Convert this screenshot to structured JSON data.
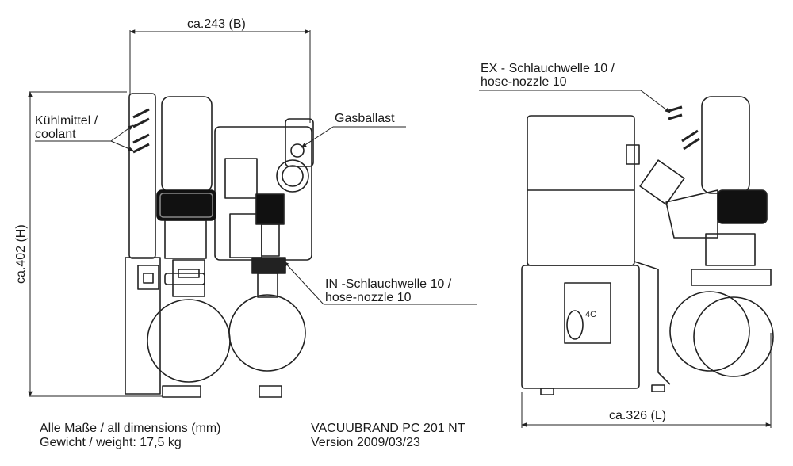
{
  "dimensions": {
    "width": "ca.243 (B)",
    "height": "ca.402 (H)",
    "length": "ca.326 (L)"
  },
  "callouts": {
    "coolant": [
      "Kühlmittel /",
      "coolant"
    ],
    "gas_ballast": "Gasballast",
    "inlet": [
      "IN -Schlauchwelle 10 /",
      "hose-nozzle 10"
    ],
    "exhaust": [
      "EX - Schlauchwelle 10 /",
      "hose-nozzle 10"
    ]
  },
  "footer": {
    "left": [
      "Alle Maße / all dimensions (mm)",
      "Gewicht / weight: 17,5 kg"
    ],
    "right": [
      "VACUUBRAND PC 201 NT",
      "Version 2009/03/23"
    ]
  },
  "side_panel_text": "4C"
}
